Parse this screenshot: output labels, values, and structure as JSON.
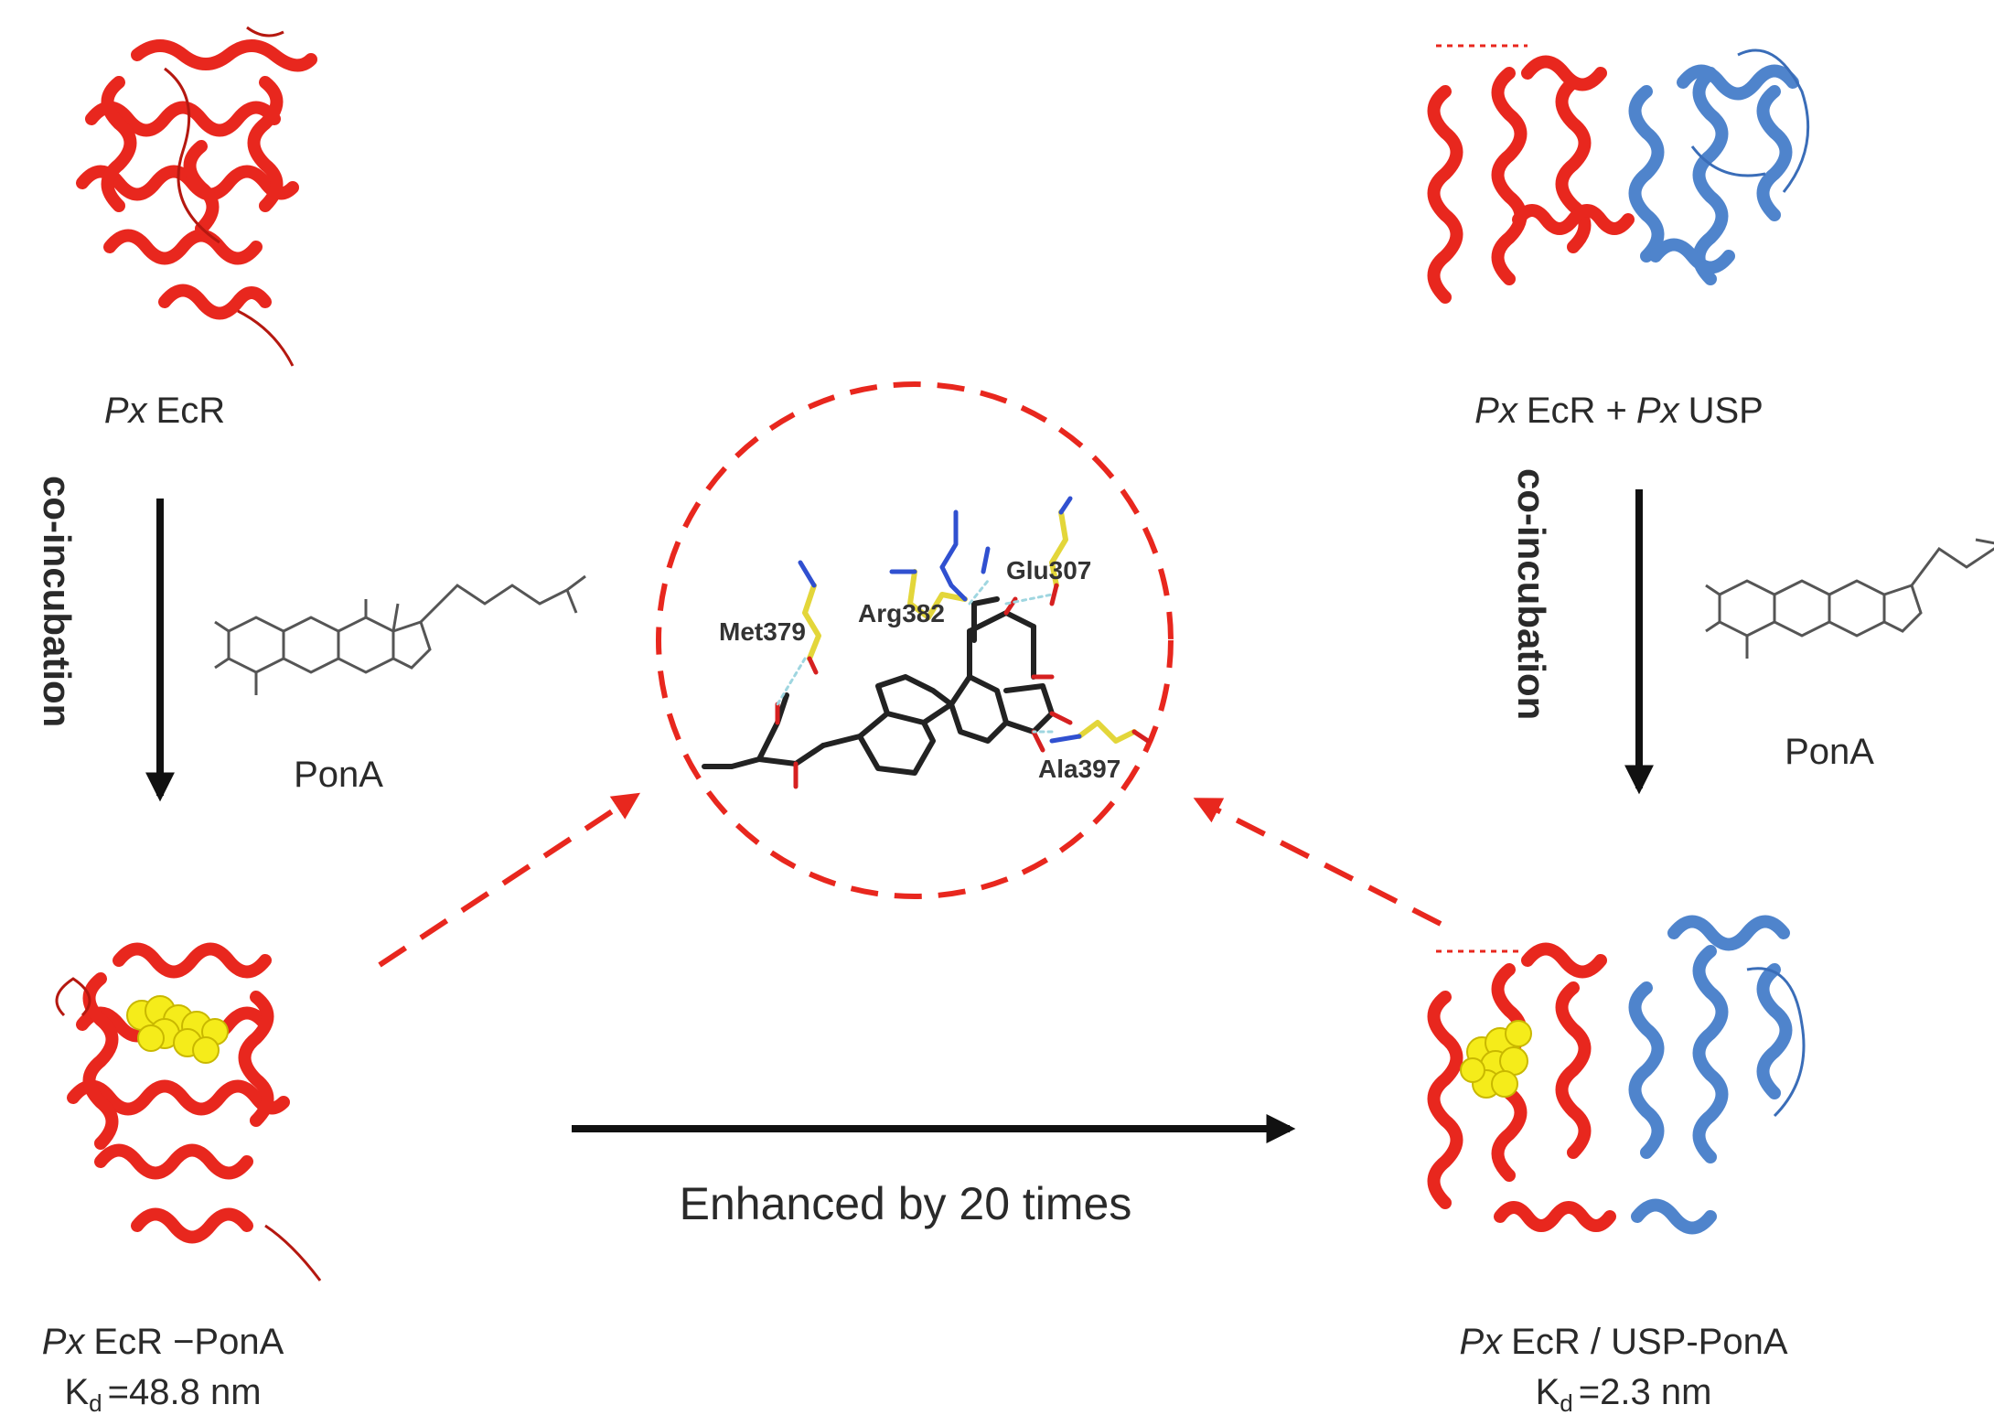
{
  "colors": {
    "ecr": "#e8271e",
    "usp": "#4f84cc",
    "ligand": "#f5ec1a",
    "arrow": "#111111",
    "dash": "#e8271e"
  },
  "top_left": {
    "species": "Px",
    "name": "EcR"
  },
  "top_right": {
    "species1": "Px",
    "name1": "EcR +",
    "species2": "Px",
    "name2": "USP"
  },
  "left_step": {
    "label": "co-incubation",
    "ligand": "PonA"
  },
  "right_step": {
    "label": "co-incubation",
    "ligand": "PonA"
  },
  "bottom_left": {
    "species": "Px",
    "name": "EcR −PonA",
    "kd_symbol": "K",
    "kd_sub": "d",
    "kd_value": "=48.8 nm"
  },
  "bottom_right": {
    "species": "Px",
    "name": "EcR / USP-PonA",
    "kd_symbol": "K",
    "kd_sub": "d",
    "kd_value": "=2.3 nm"
  },
  "center_arrow_label": "Enhanced by 20 times",
  "binding_site": {
    "residues": [
      "Met379",
      "Arg382",
      "Glu307",
      "Ala397"
    ]
  }
}
